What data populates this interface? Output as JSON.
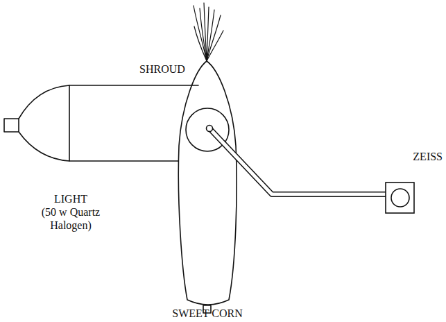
{
  "diagram": {
    "labels": [
      "SHROUD",
      "LIGHT (50 w Quartz Halogen)",
      "ZEISS",
      "SWEET CORN"
    ]
  }
}
